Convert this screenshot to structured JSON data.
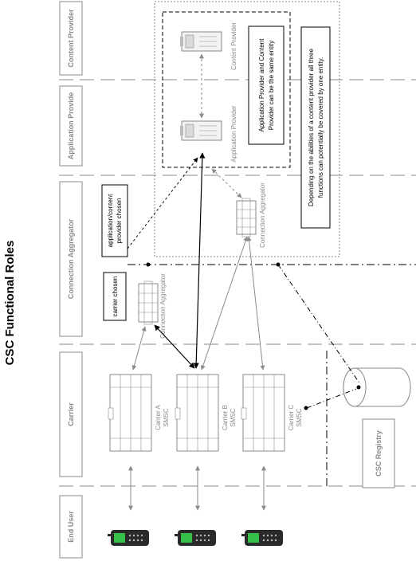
{
  "title": "CSC Functional Roles",
  "lanes": {
    "content_provider": "Content Provider",
    "application_provider": "Application Provide",
    "connection_aggregator": "Connection Aggregator",
    "carrier": "Carrier",
    "end_user": "End User"
  },
  "components": {
    "content_provider_server": "Content Provider",
    "application_provider_server": "Application Provider",
    "aggregator_upper": "Connection Aggregator",
    "aggregator_lower": "Connection Aggregator",
    "carrier_a_line1": "Carrier A",
    "carrier_a_line2": "SMSC",
    "carrier_b_line1": "Carrier B",
    "carrier_b_line2": "SMSC",
    "carrier_c_line1": "Carrier C",
    "carrier_c_line2": "SMSC",
    "csc_registry": "CSC Registry"
  },
  "notes": {
    "same_entity_line1": "Application Provider and Content",
    "same_entity_line2": "Provider can be the same entity",
    "three_functions_line1": "Depending on the abilities of a content provider all three",
    "three_functions_line2": "functions can potentially be covered  by one entity.",
    "app_chosen_line1": "application/content",
    "app_chosen_line2": "provider chosen",
    "carrier_chosen": "carrier chosen"
  },
  "colors": {
    "line_gray": "#8a8a8a",
    "phone_screen": "#35c04a",
    "phone_body": "#2a2a2a"
  }
}
